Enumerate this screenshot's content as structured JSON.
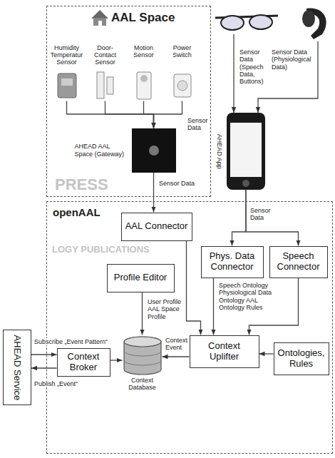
{
  "diagram": {
    "nodes": [
      {
        "text": [
          "AAL Space"
        ]
      },
      {
        "text": [
          "Humidity Temperatur Sensor"
        ],
        "in": 0
      },
      {
        "text": [
          "Door-Contact Sensor"
        ],
        "in": 0
      },
      {
        "text": [
          "Motion Sensor"
        ],
        "in": 0
      },
      {
        "text": [
          "Power Switch"
        ],
        "in": 0
      },
      {
        "text": [
          "AHEAD AAL Space (Gateway)"
        ],
        "in": 0
      },
      {
        "text": [
          "AHEAD App"
        ]
      },
      {
        "text": [
          "openAAL"
        ]
      },
      {
        "text": [
          "AAL Connector"
        ],
        "in": 7
      },
      {
        "text": [
          "Profile Editor"
        ],
        "in": 7
      },
      {
        "text": [
          "Phys. Data Connector"
        ],
        "in": 7
      },
      {
        "text": [
          "Speech Connector"
        ],
        "in": 7
      },
      {
        "text": [
          "AHEAD Service"
        ]
      },
      {
        "text": [
          "Context Broker"
        ],
        "in": 7
      },
      {
        "text": [
          "Context Database"
        ],
        "in": 7
      },
      {
        "text": [
          "Context Uplifter"
        ],
        "in": 7
      },
      {
        "text": [
          "Ontologies, Rules"
        ],
        "in": 7
      }
    ],
    "edges": [
      {
        "from": 1,
        "to": 5,
        "arrow": "to"
      },
      {
        "from": 2,
        "to": 5,
        "arrow": "to"
      },
      {
        "from": 3,
        "to": 5,
        "arrow": "to"
      },
      {
        "from": 4,
        "to": 5,
        "arrow": "to",
        "label": "Sensor Data"
      },
      {
        "from": 5,
        "to": 8,
        "arrow": "to",
        "label": "Sensor Data"
      },
      {
        "from": 6,
        "to": 10,
        "arrow": "to",
        "label": "Sensor Data"
      },
      {
        "from": 6,
        "to": 11,
        "arrow": "to"
      },
      {
        "from": 8,
        "to": 15,
        "arrow": "to"
      },
      {
        "from": 10,
        "to": 15,
        "arrow": "to"
      },
      {
        "from": 11,
        "to": 15,
        "arrow": "to"
      },
      {
        "from": 9,
        "to": 14,
        "arrow": "to",
        "label": "User Profile AAL Space Profile"
      },
      {
        "from": 15,
        "to": 14,
        "arrow": "to",
        "label": "Context Event"
      },
      {
        "from": 16,
        "to": 15,
        "arrow": "to"
      },
      {
        "from": 13,
        "to": 14,
        "arrow": "to"
      },
      {
        "from": 12,
        "to": 13,
        "arrow": "to",
        "label": "Subscribe „Event Pattern“"
      },
      {
        "from": 13,
        "to": 12,
        "arrow": "to",
        "label": "Publish „Event“"
      }
    ],
    "labels": [
      "Sensor Data (Speech Data, Buttons)",
      "Sensor Data (Physiological Data)",
      "Speech Ontology Physiological Data Ontology AAL Ontology Rules",
      "PRESS",
      "LOGY PUBLICATIONS"
    ]
  }
}
